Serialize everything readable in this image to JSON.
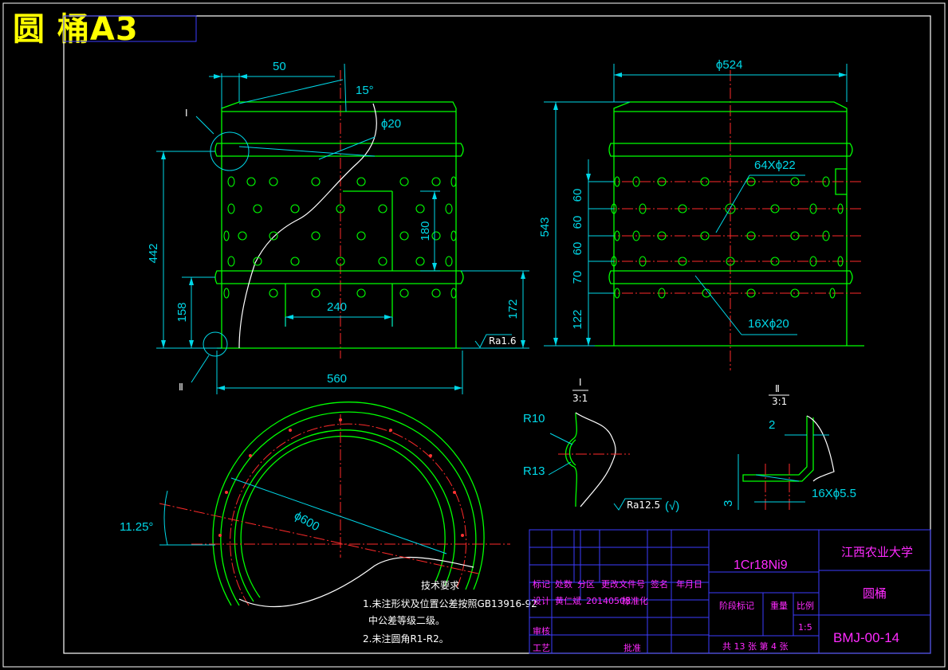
{
  "title": "圆 桶A3",
  "front_view": {
    "dim_top_offset": "50",
    "dim_angle": "15°",
    "dim_hole": "ϕ20",
    "dim_height_left": "442",
    "dim_lower": "158",
    "dim_width_inner": "240",
    "dim_hole_spacing": "180",
    "dim_right": "172",
    "dim_width_total": "560",
    "detail_mark_1": "I",
    "detail_mark_2": "Ⅱ",
    "roughness": "Ra1.6"
  },
  "side_view": {
    "dim_diameter": "ϕ524",
    "dim_height": "543",
    "dim_pitch_1": "60",
    "dim_pitch_2": "60",
    "dim_pitch_3": "60",
    "dim_pitch_4": "70",
    "dim_bottom": "122",
    "holes_label": "64Xϕ22",
    "bottom_holes_label": "16Xϕ20"
  },
  "plan_view": {
    "dim_diameter": "ϕ600",
    "dim_angle": "11.25°"
  },
  "detail_1": {
    "label": "I",
    "scale": "3:1",
    "r_outer": "R10",
    "r_inner": "R13"
  },
  "detail_2": {
    "label": "Ⅱ",
    "scale": "3:1",
    "dim_gap": "2",
    "dim_thickness": "3",
    "holes_label": "16Xϕ5.5"
  },
  "roughness_general": "Ra12.5",
  "roughness_paren": "(√)",
  "tech_notes": {
    "heading": "技术要求",
    "line1": "1.未注形状及位置公差按照GB13916-92",
    "line2": "中公差等级二级。",
    "line3": "2.未注圆角R1-R2。"
  },
  "title_block": {
    "material": "1Cr18Ni9",
    "school": "江西农业大学",
    "part_name": "圆桶",
    "drawing_no": "BMJ-00-14",
    "h_mark": "标记",
    "h_count": "处数",
    "h_zone": "分区",
    "h_docno": "更改文件号",
    "h_sign": "签名",
    "h_date": "年月日",
    "designer_label": "设计",
    "designer": "黄仁斌",
    "design_date": "20140508",
    "std_label": "标准化",
    "stage_label": "阶段标记",
    "weight_label": "重量",
    "scale_label": "比例",
    "scale": "1:5",
    "review_label": "审核",
    "process_label": "工艺",
    "approve_label": "批准",
    "sheets": "共 13 张 第 4 张"
  }
}
